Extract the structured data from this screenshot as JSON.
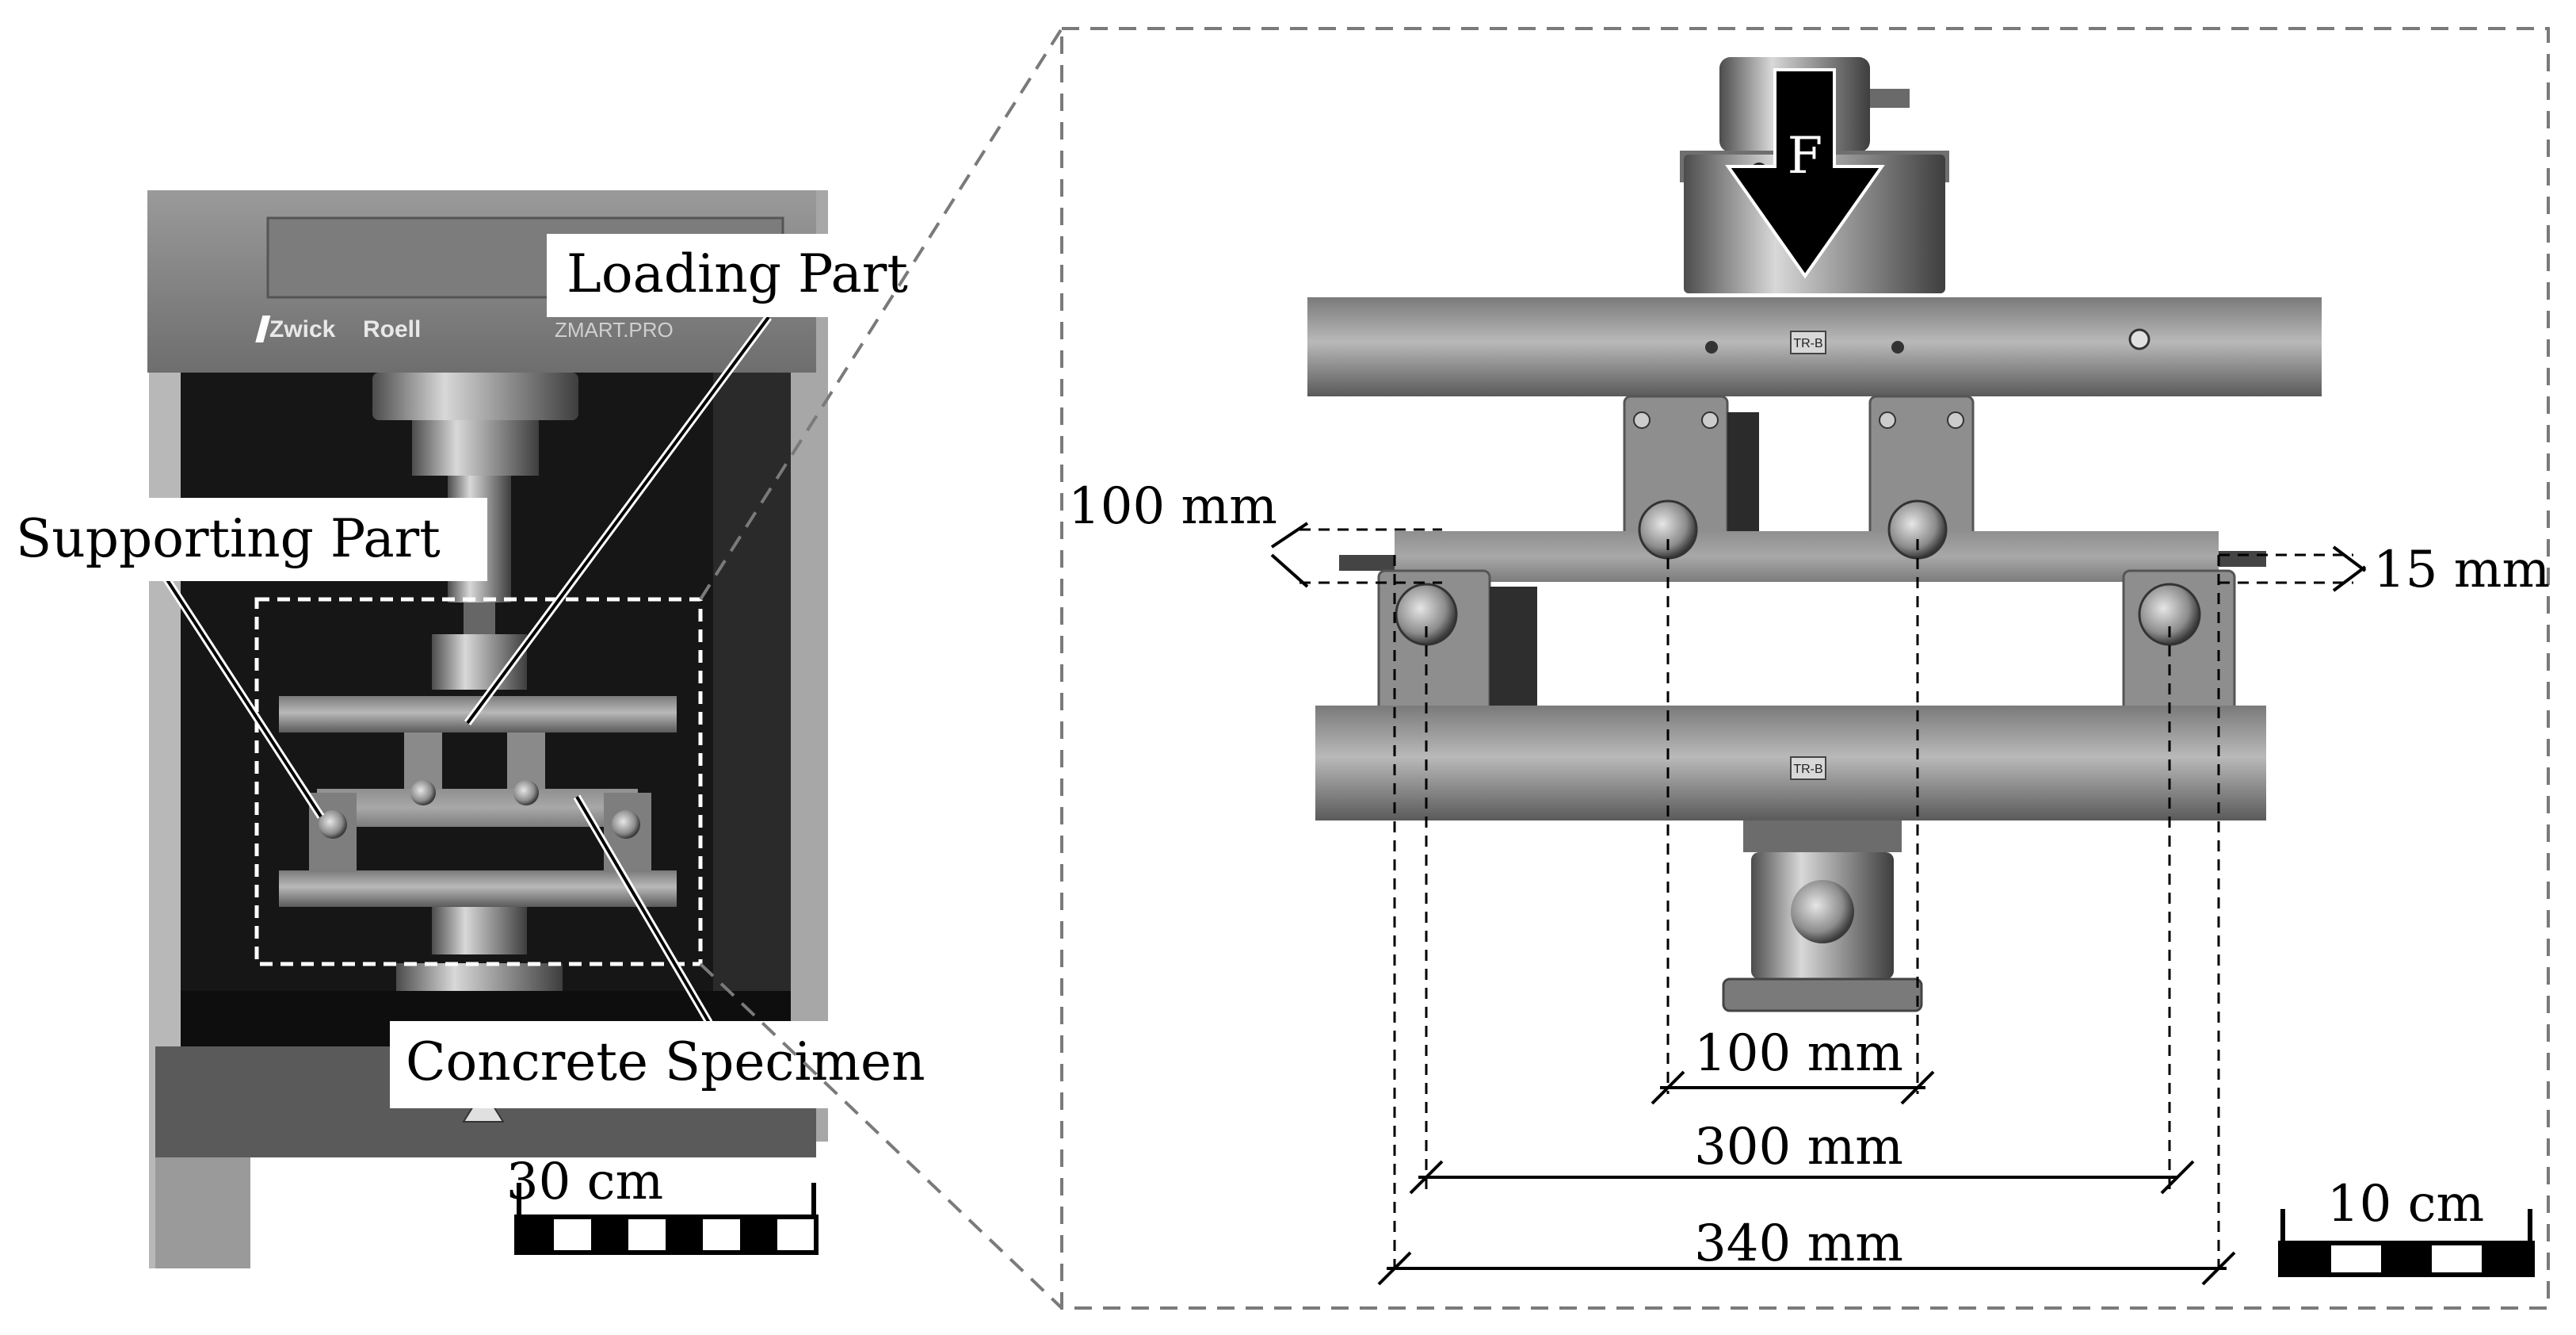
{
  "left_photo": {
    "brand_left": "Zwick",
    "brand_right": "Roell",
    "model": "ZMART.PRO",
    "callouts": {
      "loading": "Loading Part",
      "supporting": "Supporting Part",
      "specimen": "Concrete Specimen"
    },
    "scale_label": "30 cm"
  },
  "right_photo": {
    "force_label": "F",
    "dims": {
      "depth": "100 mm",
      "overhang": "15 mm",
      "load_span": "100 mm",
      "support_span": "300 mm",
      "total_length": "340 mm"
    },
    "scale_label": "10 cm",
    "plate_tag_top": "TR-B",
    "plate_tag_bottom": "TR-B"
  },
  "colors": {
    "cabinet_dark": "#1c1c1c",
    "steel": "#9a9a9a",
    "steel_dark": "#5e5e5e",
    "label_bg": "#ffffff",
    "ink": "#000000"
  }
}
